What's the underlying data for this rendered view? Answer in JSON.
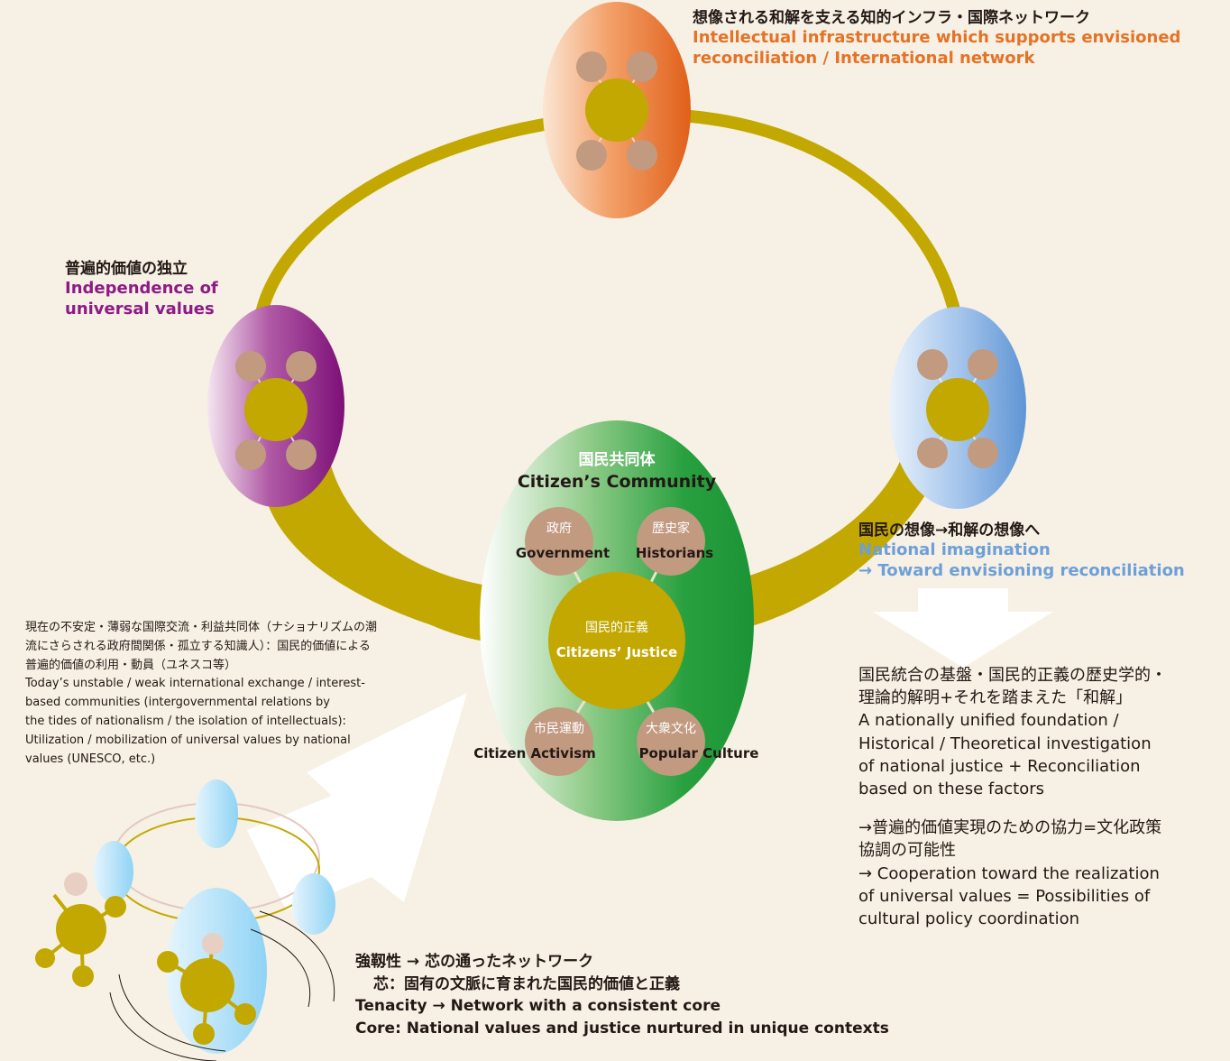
{
  "colors": {
    "ring": "#c2a800",
    "core": "#c2a800",
    "satellite": "#c19a80",
    "orange": "#e57226",
    "purple": "#8e1a86",
    "blue": "#6e9fd8",
    "green": "#1f9a3c",
    "text": "#231815"
  },
  "top_node": {
    "jp": "想像される和解を支える知的インフラ・国際ネットワーク",
    "en_line1": "Intellectual infrastructure which supports envisioned",
    "en_line2": "reconciliation / International network"
  },
  "left_node": {
    "jp": "普遍的価値の独立",
    "en_line1": "Independence of",
    "en_line2": "universal values"
  },
  "right_node": {
    "jp": "国民の想像→和解の想像へ",
    "en_line1": "National imagination",
    "en_line2": "→ Toward envisioning reconciliation"
  },
  "center": {
    "title_jp": "国民共同体",
    "title_en": "Citizen’s Community",
    "core_jp": "国民的正義",
    "core_en": "Citizens’ Justice",
    "government_jp": "政府",
    "government_en": "Government",
    "historians_jp": "歴史家",
    "historians_en": "Historians",
    "activism_jp": "市民運動",
    "activism_en": "Citizen Activism",
    "culture_jp": "大衆文化",
    "culture_en": "Popular Culture"
  },
  "left_note": {
    "line1": "現在の不安定・薄弱な国際交流・利益共同体（ナショナリズムの潮",
    "line2": "流にさらされる政府間関係・孤立する知識人）：国民的価値による",
    "line3": "普遍的価値の利用・動員（ユネスコ等）",
    "line4": "Today’s unstable / weak international exchange / interest-",
    "line5": "based communities (intergovernmental relations by",
    "line6": "the tides of nationalism / the isolation of intellectuals):",
    "line7": "Utilization / mobilization of universal values by national",
    "line8": "values (UNESCO, etc.)"
  },
  "right_note": {
    "line1": "国民統合の基盤・国民的正義の歴史学的・",
    "line2": "理論的解明+それを踏まえた「和解」",
    "line3": "A nationally unified foundation /",
    "line4": "Historical / Theoretical investigation",
    "line5": "of national justice + Reconciliation",
    "line6": "based on these factors",
    "line7": "→普遍的価値実現のための協力=文化政策",
    "line8": "協調の可能性",
    "line9": "→ Cooperation toward the realization",
    "line10": "of universal values = Possibilities of",
    "line11": "cultural policy coordination"
  },
  "bottom_note": {
    "line1": "強靱性 → 芯の通ったネットワーク",
    "line2": "芯：固有の文脈に育まれた国民的価値と正義",
    "line3": "Tenacity → Network with a consistent core",
    "line4": "Core: National values and justice nurtured in unique contexts"
  }
}
